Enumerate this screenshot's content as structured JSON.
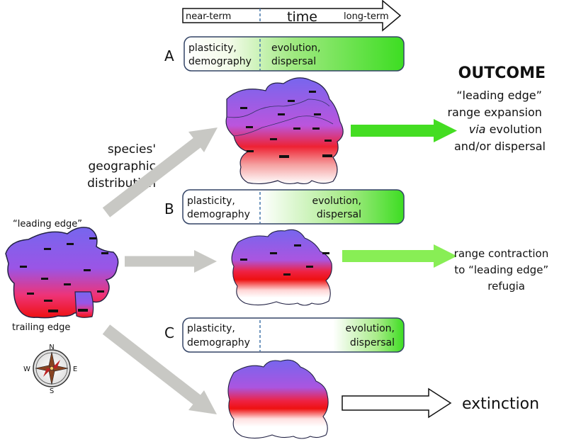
{
  "time_axis": {
    "near": "near-term",
    "label": "time",
    "long": "long-term"
  },
  "outcome_header": "OUTCOME",
  "left": {
    "title_lines": [
      "species'",
      "geographic",
      "distribution"
    ],
    "leading": "“leading edge”",
    "trailing": "trailing edge"
  },
  "compass": {
    "n": "N",
    "s": "S",
    "e": "E",
    "w": "W"
  },
  "scenarios": [
    {
      "letter": "A",
      "left_lines": [
        "plasticity,",
        "demography"
      ],
      "right_lines": [
        "evolution,",
        "dispersal"
      ],
      "outcome_lines": [
        [
          {
            "t": "“leading edge”"
          }
        ],
        [
          {
            "t": "range expansion"
          }
        ],
        [
          {
            "t": "via",
            "italic": true
          },
          {
            "t": " evolution"
          }
        ],
        [
          {
            "t": "and/or dispersal"
          }
        ]
      ]
    },
    {
      "letter": "B",
      "left_lines": [
        "plasticity,",
        "demography"
      ],
      "right_lines": [
        "evolution,",
        "dispersal"
      ],
      "outcome_lines": [
        [
          {
            "t": "range contraction"
          }
        ],
        [
          {
            "t": "to “leading edge”"
          }
        ],
        [
          {
            "t": "refugia"
          }
        ]
      ]
    },
    {
      "letter": "C",
      "left_lines": [
        "plasticity,",
        "demography"
      ],
      "right_lines": [
        "evolution,",
        "dispersal"
      ],
      "outcome_lines": [
        [
          {
            "t": "extinction"
          }
        ]
      ]
    }
  ],
  "colors": {
    "range_top": "#8866ee",
    "range_mid": "#dd55cc",
    "range_low": "#ee2222",
    "green": "#44dd22",
    "arrow_strong": "#44dd22",
    "arrow_light": "#88ee55",
    "gray_arrow": "#c8c8c4",
    "dashed": "#4477aa"
  }
}
